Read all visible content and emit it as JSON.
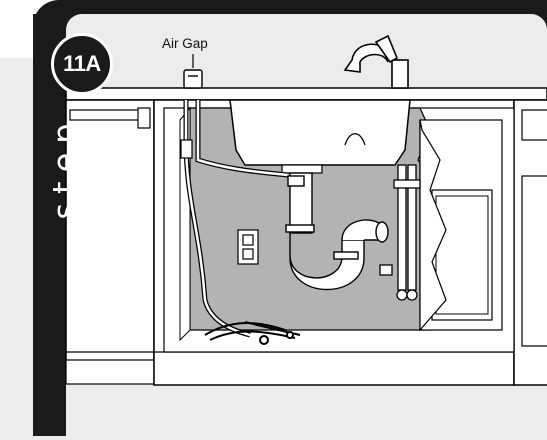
{
  "step": {
    "word": "step",
    "number": "11A"
  },
  "callouts": {
    "air_gap": "Air Gap"
  },
  "outlet": {
    "label_top": "",
    "label_bottom": ""
  },
  "colors": {
    "dark": "#1a1a1a",
    "panel_gray": "#ececec",
    "cabinet_shade": "#b3b3b3",
    "line": "#000000"
  }
}
